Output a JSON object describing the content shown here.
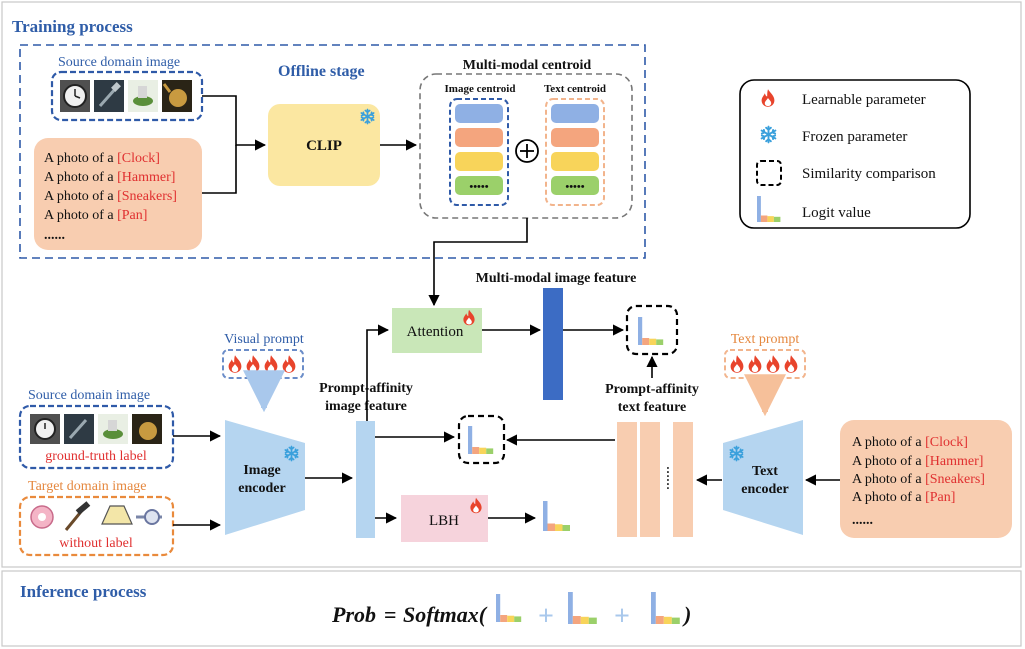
{
  "training": {
    "title": "Training process",
    "offline_stage": "Offline stage",
    "source_domain_label": "Source domain image",
    "clip_label": "CLIP",
    "centroid_title": "Multi-modal centroid",
    "image_centroid": "Image centroid",
    "text_centroid": "Text centroid",
    "centroid_dots": "•••••",
    "prompt_prefix": "A photo of a",
    "classes": [
      "[Clock]",
      "[Hammer]",
      "[Sneakers]",
      "[Pan]"
    ],
    "ellipsis": "......"
  },
  "legend": {
    "learnable": "Learnable parameter",
    "frozen": "Frozen parameter",
    "similarity": "Similarity comparison",
    "logit": "Logit value"
  },
  "middle": {
    "attention": "Attention",
    "mm_feature": "Multi-modal image feature",
    "visual_prompt": "Visual prompt",
    "text_prompt": "Text prompt",
    "pa_image_feature": [
      "Prompt-affinity",
      "image feature"
    ],
    "pa_text_feature": [
      "Prompt-affinity",
      "text feature"
    ],
    "source_domain": "Source domain image",
    "ground_truth": "ground-truth label",
    "target_domain": "Target domain image",
    "without_label": "without label",
    "image_encoder": [
      "Image",
      "encoder"
    ],
    "text_encoder": [
      "Text",
      "encoder"
    ],
    "lbh": "LBH",
    "vdots": "……"
  },
  "inference": {
    "title": "Inference process",
    "prob": "Prob",
    "equals": "=",
    "softmax": "Softmax(",
    "plus": "+",
    "close": ")"
  },
  "colors": {
    "dashed_blue": "#2f5aa8",
    "clip_fill": "#fbe7a1",
    "prompt_fill": "#f8cdb0",
    "attention_fill": "#c9e7b8",
    "lbh_fill": "#f6d3dc",
    "encoder_fill": "#b5d5f0",
    "feature_dark": "#3c6cc4",
    "bar_blue": "#8fb0e4",
    "bar_orange": "#f4a57e",
    "bar_yellow": "#f8d45a",
    "bar_green": "#9bd06a",
    "flame": "#e8442c",
    "snow": "#3aa0dc"
  }
}
